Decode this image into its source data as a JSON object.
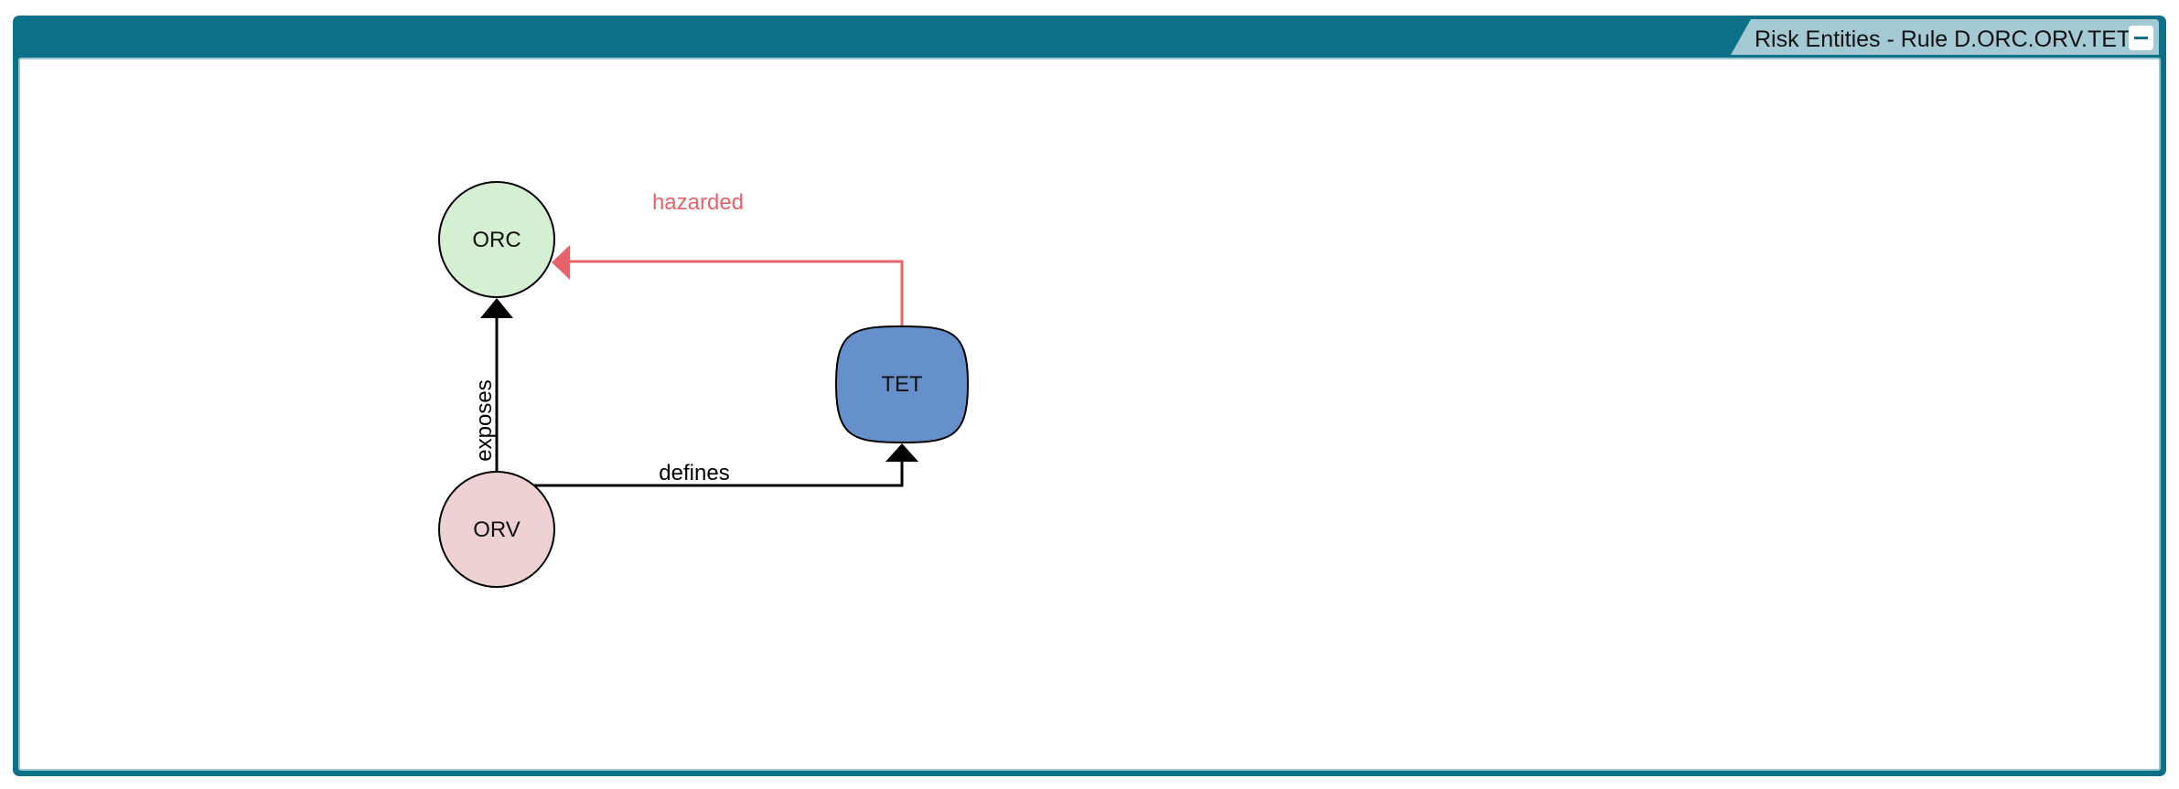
{
  "panel": {
    "title": "Risk Entities - Rule D.ORC.ORV.TET",
    "collapse_icon": "minus-icon"
  },
  "nodes": [
    {
      "id": "orc",
      "label": "ORC",
      "shape": "circle",
      "fill": "#d5efd3"
    },
    {
      "id": "orv",
      "label": "ORV",
      "shape": "circle",
      "fill": "#eed2d3"
    },
    {
      "id": "tet",
      "label": "TET",
      "shape": "rounded-square",
      "fill": "#6690cc"
    }
  ],
  "edges": [
    {
      "from": "orv",
      "to": "orc",
      "label": "exposes",
      "color": "#000000"
    },
    {
      "from": "orv",
      "to": "tet",
      "label": "defines",
      "color": "#000000"
    },
    {
      "from": "tet",
      "to": "orc",
      "label": "hazarded",
      "color": "#e5636a"
    }
  ]
}
